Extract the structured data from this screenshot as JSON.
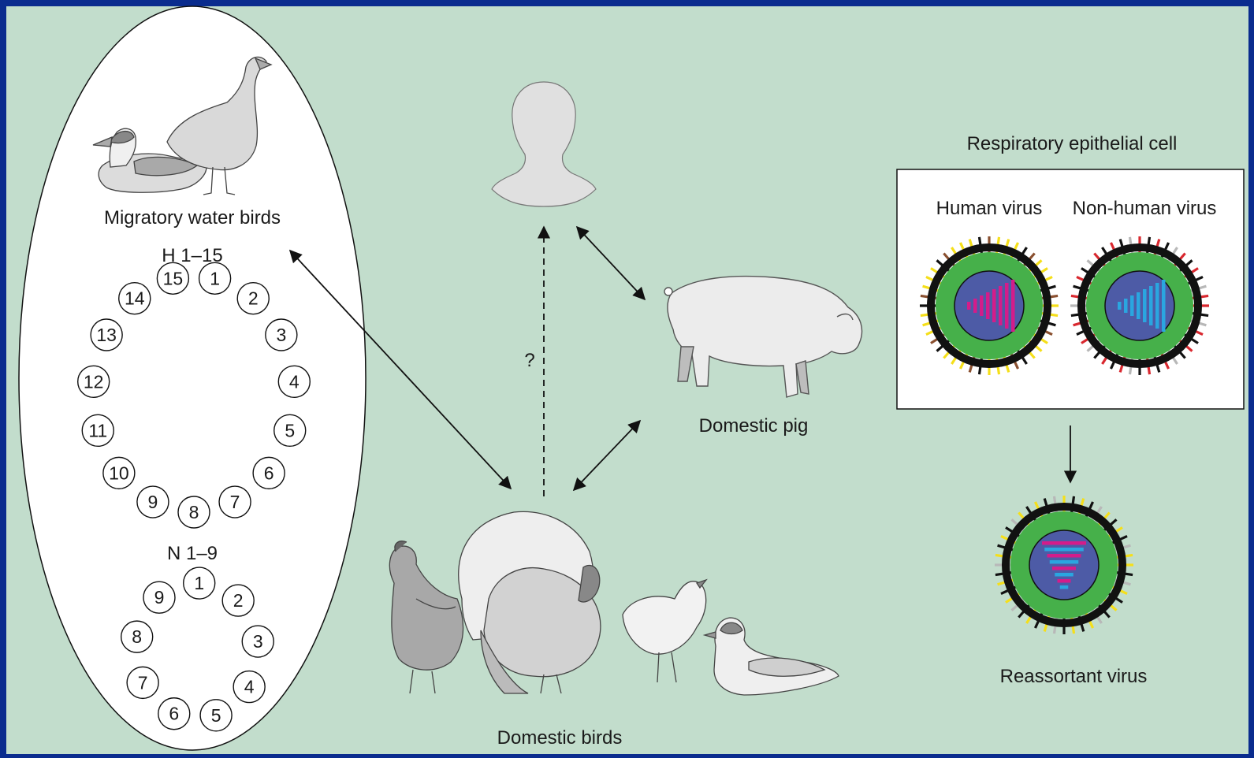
{
  "colors": {
    "frame": "#0a2c8e",
    "background": "#c2ddcc",
    "oval_fill": "#ffffff",
    "virus_envelope": "#46b04a",
    "virus_core": "#4d5ba6",
    "human_rna": "#d41c8a",
    "nonhuman_rna": "#2aa6e0",
    "spike_yellow": "#f5df1a",
    "spike_red": "#d9282f",
    "spike_gray": "#b8b8b8",
    "spike_brown": "#8a5030"
  },
  "labels": {
    "migratory_birds": "Migratory water birds",
    "h_heading": "H 1–15",
    "n_heading": "N 1–9",
    "question_mark": "?",
    "domestic_pig": "Domestic pig",
    "domestic_birds": "Domestic birds",
    "cell_title": "Respiratory epithelial cell",
    "human_virus": "Human virus",
    "nonhuman_virus": "Non-human virus",
    "reassortant_virus": "Reassortant virus"
  },
  "h_subtypes": [
    "1",
    "2",
    "3",
    "4",
    "5",
    "6",
    "7",
    "8",
    "9",
    "10",
    "11",
    "12",
    "13",
    "14",
    "15"
  ],
  "n_subtypes": [
    "1",
    "2",
    "3",
    "4",
    "5",
    "6",
    "7",
    "8",
    "9"
  ],
  "icons": [
    "duck-icon",
    "goose-icon",
    "human-silhouette-icon",
    "pig-icon",
    "rooster-icon",
    "turkey-icon",
    "hen-icon",
    "domestic-duck-icon",
    "human-virus-icon",
    "nonhuman-virus-icon",
    "reassortant-virus-icon"
  ]
}
